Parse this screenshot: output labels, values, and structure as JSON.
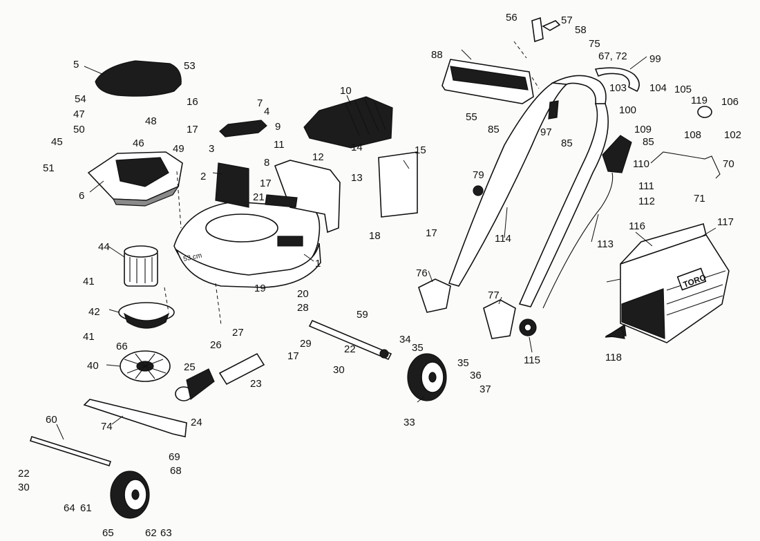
{
  "callouts": [
    "1",
    "2",
    "3",
    "4",
    "5",
    "6",
    "7",
    "8",
    "9",
    "10",
    "11",
    "12",
    "13",
    "14",
    "15",
    "16",
    "17",
    "18",
    "19",
    "20",
    "21",
    "22",
    "23",
    "24",
    "25",
    "26",
    "27",
    "28",
    "29",
    "30",
    "33",
    "34",
    "35",
    "36",
    "37",
    "40",
    "41",
    "42",
    "44",
    "45",
    "46",
    "47",
    "48",
    "49",
    "50",
    "51",
    "53",
    "54",
    "55",
    "56",
    "57",
    "58",
    "59",
    "60",
    "61",
    "62",
    "63",
    "64",
    "65",
    "66",
    "67, 72",
    "68",
    "69",
    "70",
    "71",
    "74",
    "75",
    "76",
    "77",
    "79",
    "85",
    "88",
    "97",
    "99",
    "100",
    "102",
    "103",
    "104",
    "105",
    "106",
    "108",
    "109",
    "110",
    "111",
    "112",
    "113",
    "114",
    "115",
    "116",
    "117",
    "118",
    "119"
  ],
  "brand_text": "TORO",
  "deck_marking": "53 cm"
}
